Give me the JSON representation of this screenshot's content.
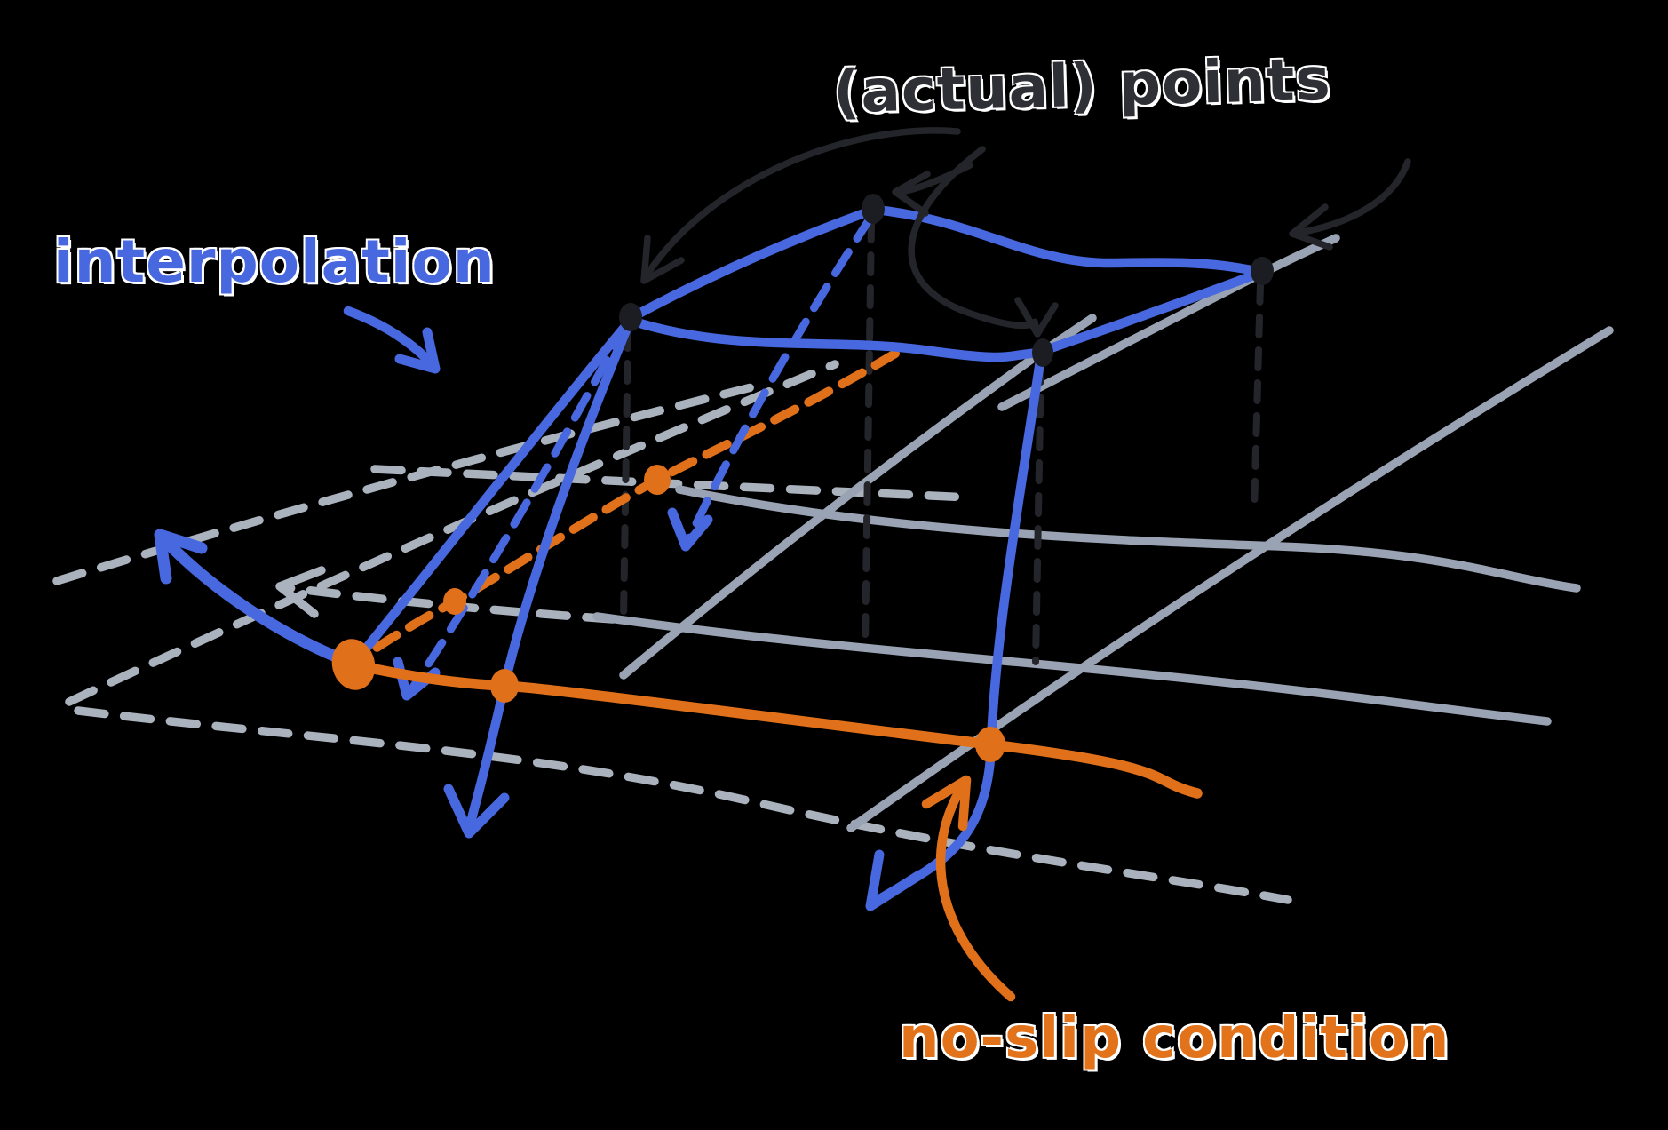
{
  "diagram": {
    "labels": {
      "actual_points": "(actual) points",
      "interpolation": "interpolation",
      "no_slip": "no-slip condition"
    },
    "colors": {
      "background": "#000000",
      "blue": "#4868e0",
      "orange": "#e0701a",
      "orange_text": "#e2731a",
      "gray_solid": "#99a3b3",
      "gray_dashed": "#aab2bd",
      "ink": "#23252b",
      "ink_dot": "#1b1d22",
      "ink_text": "#2e3036"
    }
  }
}
